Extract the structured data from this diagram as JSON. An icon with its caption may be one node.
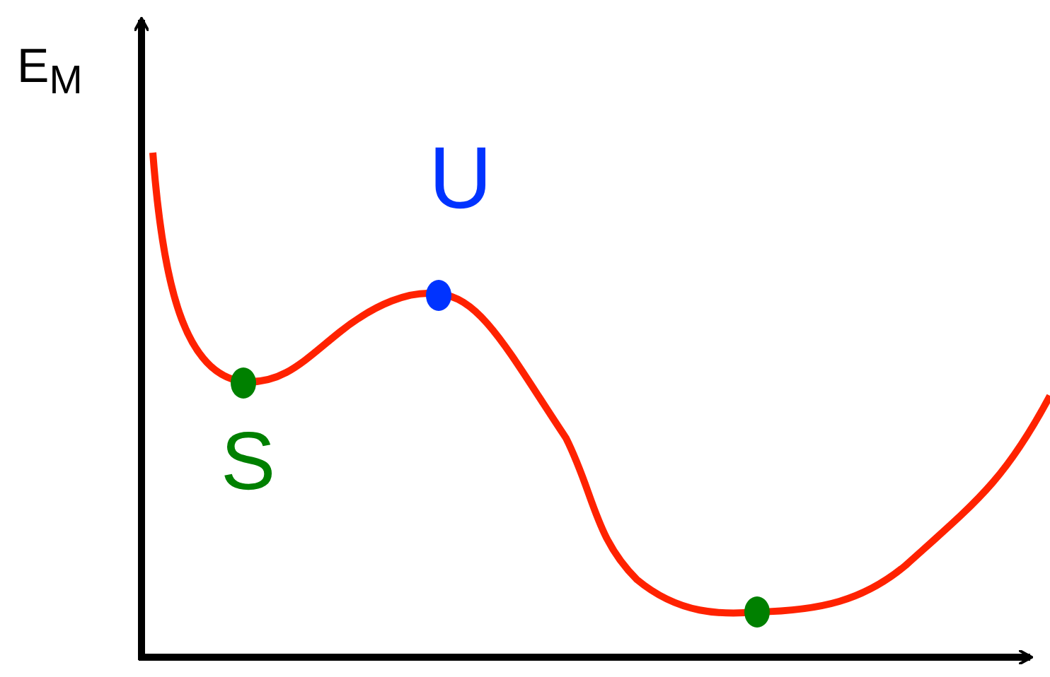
{
  "diagram": {
    "labels": [
      "E$_{M}$",
      "U",
      "S"
    ]
  }
}
